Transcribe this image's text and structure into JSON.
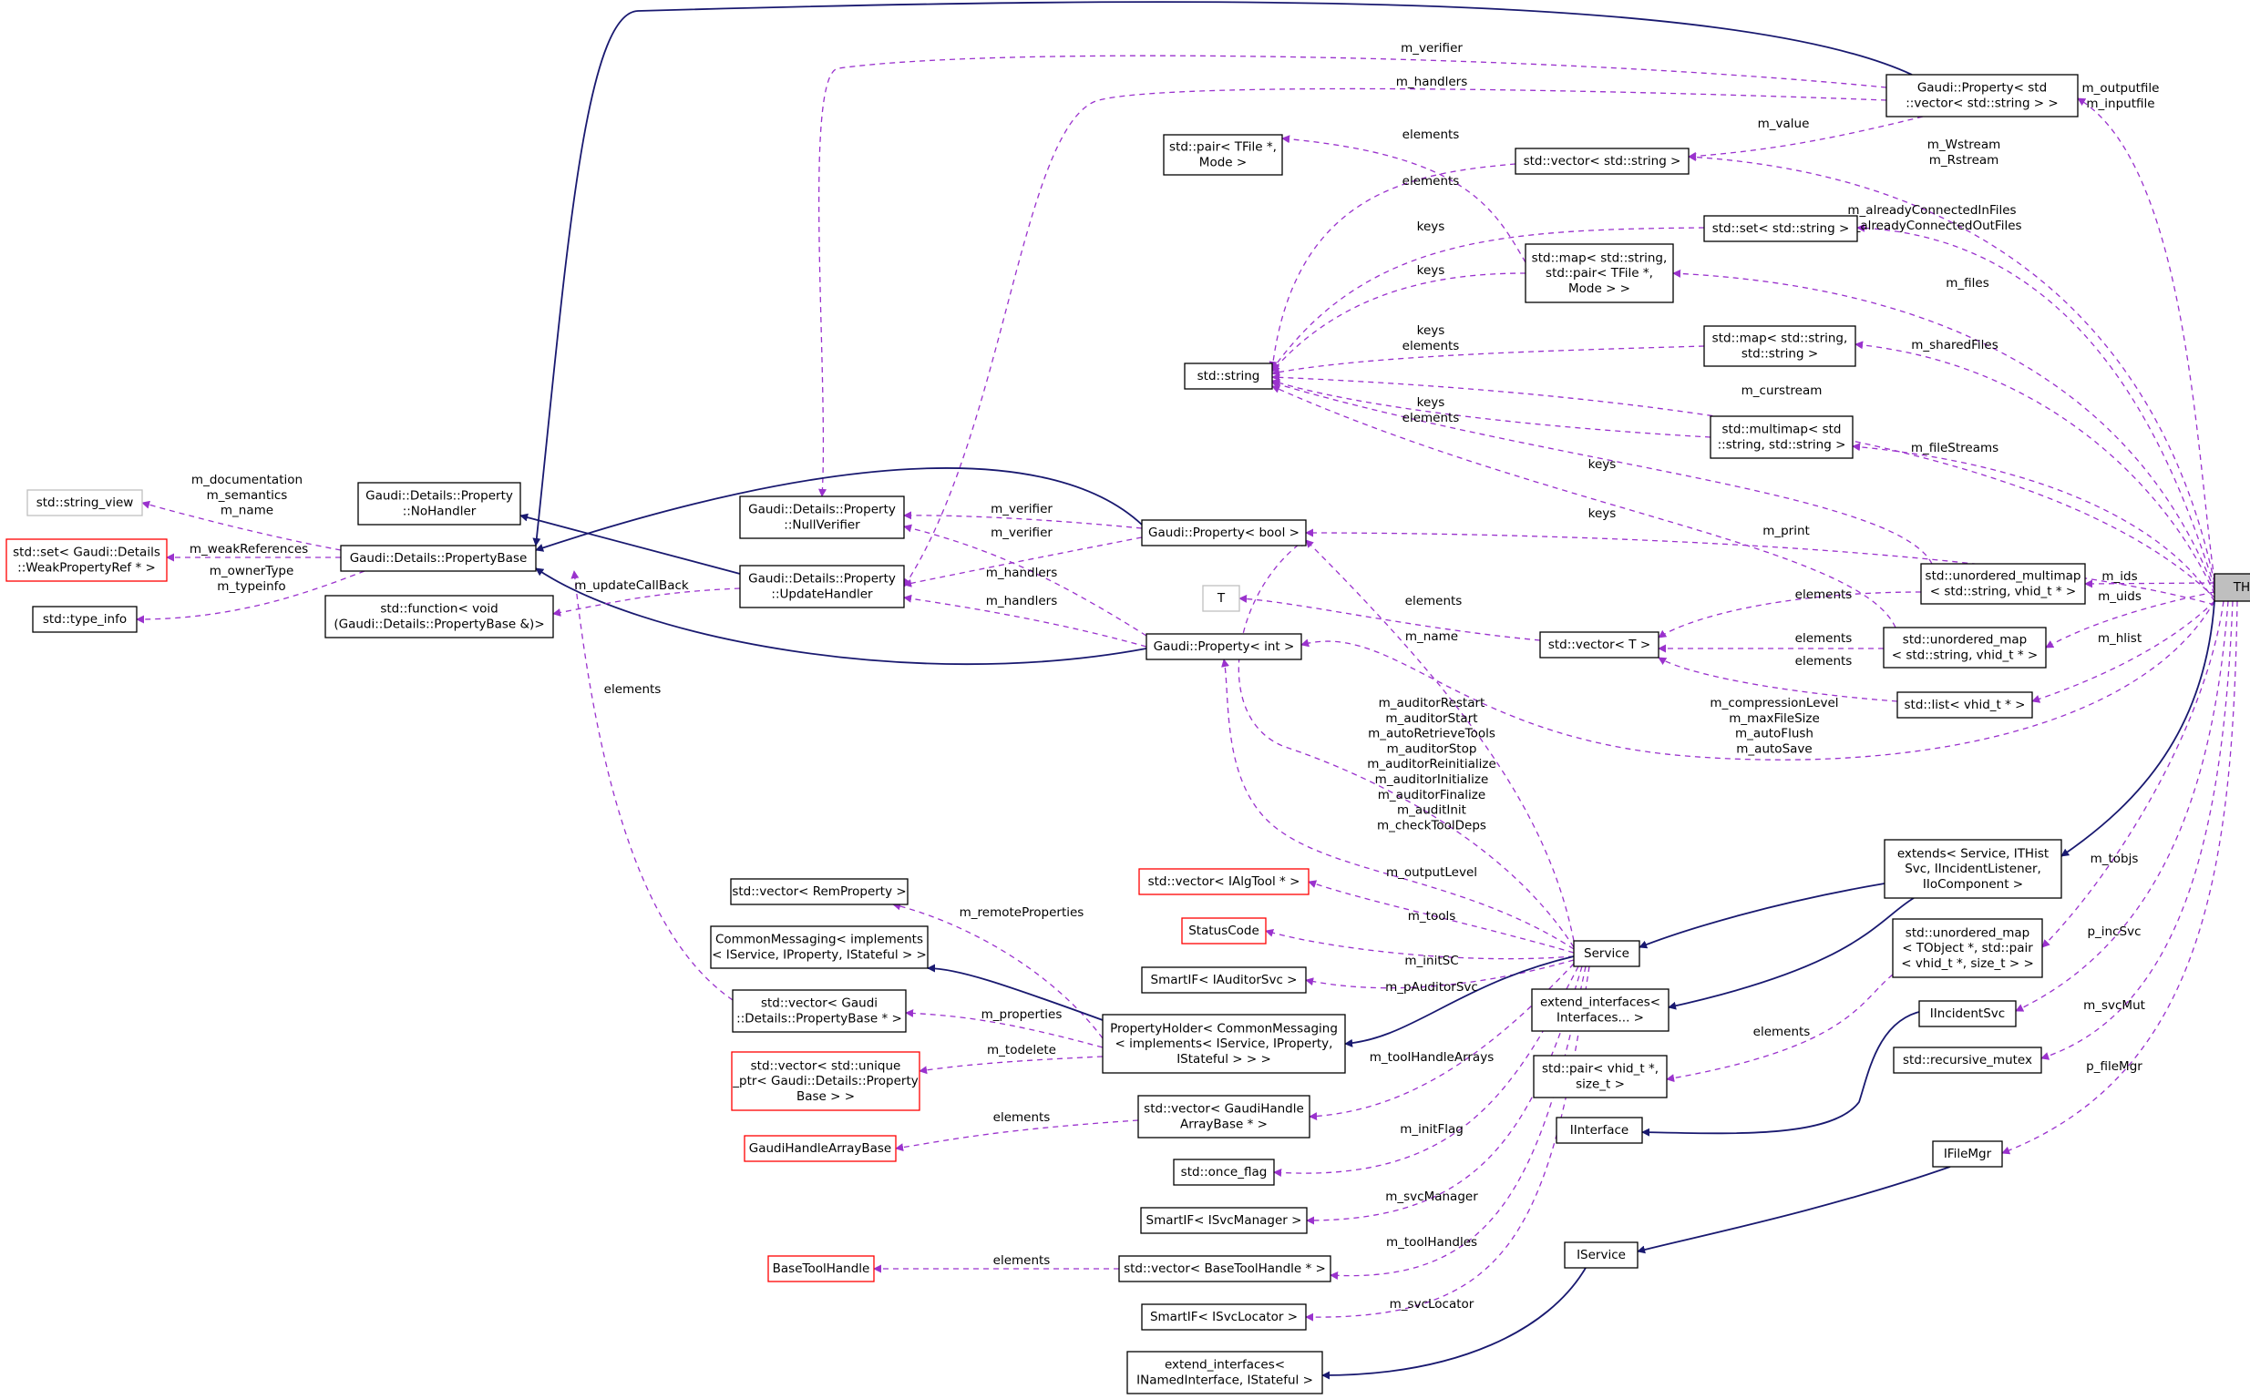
{
  "colors": {
    "node_border": "#000000",
    "node_border_external": "#bfbfbf",
    "node_border_undocumented": "#ff0000",
    "focus_fill": "#bfbfbf",
    "inheritance_edge": "#191970",
    "usage_edge": "#9a32cd"
  },
  "nodes": [
    {
      "id": "thistsvc",
      "lines": [
        "THistSvc"
      ],
      "style": "focus"
    },
    {
      "id": "prop_vec_string",
      "lines": [
        "Gaudi::Property< std",
        "::vector< std::string > >"
      ]
    },
    {
      "id": "vector_string",
      "lines": [
        "std::vector< std::string >"
      ]
    },
    {
      "id": "pair_tfile",
      "lines": [
        "std::pair< TFile *,",
        "Mode >"
      ]
    },
    {
      "id": "set_string",
      "lines": [
        "std::set< std::string >"
      ]
    },
    {
      "id": "map_string_pair",
      "lines": [
        "std::map< std::string,",
        "std::pair< TFile *,",
        "Mode > >"
      ]
    },
    {
      "id": "map_string_string",
      "lines": [
        "std::map< std::string,",
        "std::string >"
      ]
    },
    {
      "id": "std_string",
      "lines": [
        "std::string"
      ]
    },
    {
      "id": "multimap_string",
      "lines": [
        "std::multimap< std",
        "::string, std::string >"
      ]
    },
    {
      "id": "prop_bool",
      "lines": [
        "Gaudi::Property< bool >"
      ]
    },
    {
      "id": "unordered_multimap",
      "lines": [
        "std::unordered_multimap",
        "< std::string, vhid_t * >"
      ]
    },
    {
      "id": "t_param",
      "lines": [
        "T"
      ],
      "style": "external"
    },
    {
      "id": "vector_t",
      "lines": [
        "std::vector< T >"
      ]
    },
    {
      "id": "unordered_map_vhid",
      "lines": [
        "std::unordered_map",
        "< std::string, vhid_t * >"
      ]
    },
    {
      "id": "prop_int",
      "lines": [
        "Gaudi::Property< int >"
      ]
    },
    {
      "id": "list_vhid",
      "lines": [
        "std::list< vhid_t * >"
      ]
    },
    {
      "id": "nullverifier",
      "lines": [
        "Gaudi::Details::Property",
        "::NullVerifier"
      ]
    },
    {
      "id": "updatehandler",
      "lines": [
        "Gaudi::Details::Property",
        "::UpdateHandler"
      ]
    },
    {
      "id": "nohandler",
      "lines": [
        "Gaudi::Details::Property",
        "::NoHandler"
      ]
    },
    {
      "id": "propertybase",
      "lines": [
        "Gaudi::Details::PropertyBase"
      ]
    },
    {
      "id": "string_view",
      "lines": [
        "std::string_view"
      ],
      "style": "external"
    },
    {
      "id": "set_weakref",
      "lines": [
        "std::set< Gaudi::Details",
        "::WeakPropertyRef * >"
      ],
      "style": "undocumented"
    },
    {
      "id": "type_info",
      "lines": [
        "std::type_info"
      ]
    },
    {
      "id": "function_void",
      "lines": [
        "std::function< void",
        "(Gaudi::Details::PropertyBase &)>"
      ]
    },
    {
      "id": "extends_service",
      "lines": [
        "extends< Service, ITHist",
        "Svc, IIncidentListener,",
        "IIoComponent >"
      ]
    },
    {
      "id": "service",
      "lines": [
        "Service"
      ]
    },
    {
      "id": "unordered_map_tobject",
      "lines": [
        "std::unordered_map",
        "< TObject *, std::pair",
        "< vhid_t *, size_t > >"
      ]
    },
    {
      "id": "iincidentsvc",
      "lines": [
        "IIncidentSvc"
      ]
    },
    {
      "id": "recursive_mutex",
      "lines": [
        "std::recursive_mutex"
      ]
    },
    {
      "id": "ifilemgr",
      "lines": [
        "IFileMgr"
      ]
    },
    {
      "id": "extend_interfaces_ii",
      "lines": [
        "extend_interfaces<",
        "Interfaces... >"
      ]
    },
    {
      "id": "pair_vhid",
      "lines": [
        "std::pair< vhid_t *,",
        "size_t >"
      ]
    },
    {
      "id": "iinterface",
      "lines": [
        "IInterface"
      ]
    },
    {
      "id": "iservice",
      "lines": [
        "IService"
      ]
    },
    {
      "id": "extend_interfaces_named",
      "lines": [
        "extend_interfaces<",
        "INamedInterface, IStateful >"
      ]
    },
    {
      "id": "vector_ialgtool",
      "lines": [
        "std::vector< IAlgTool * >"
      ],
      "style": "undocumented"
    },
    {
      "id": "statuscode",
      "lines": [
        "StatusCode"
      ],
      "style": "undocumented"
    },
    {
      "id": "smartif_auditor",
      "lines": [
        "SmartIF< IAuditorSvc >"
      ]
    },
    {
      "id": "propertyholder",
      "lines": [
        "PropertyHolder< CommonMessaging",
        "< implements< IService, IProperty,",
        "IStateful > > >"
      ]
    },
    {
      "id": "vector_remproperty",
      "lines": [
        "std::vector< RemProperty >"
      ]
    },
    {
      "id": "commonmessaging",
      "lines": [
        "CommonMessaging< implements",
        "< IService, IProperty, IStateful > >"
      ]
    },
    {
      "id": "vector_propertybase",
      "lines": [
        "std::vector< Gaudi",
        "::Details::PropertyBase * >"
      ]
    },
    {
      "id": "vector_unique_ptr",
      "lines": [
        "std::vector< std::unique",
        "_ptr< Gaudi::Details::Property",
        "Base > >"
      ],
      "style": "undocumented"
    },
    {
      "id": "gaudihandlearraybase",
      "lines": [
        "GaudiHandleArrayBase"
      ],
      "style": "undocumented"
    },
    {
      "id": "vector_gaudihandle",
      "lines": [
        "std::vector< GaudiHandle",
        "ArrayBase * >"
      ]
    },
    {
      "id": "once_flag",
      "lines": [
        "std::once_flag"
      ]
    },
    {
      "id": "smartif_svcmanager",
      "lines": [
        "SmartIF< ISvcManager >"
      ]
    },
    {
      "id": "basetoolhandle",
      "lines": [
        "BaseToolHandle"
      ],
      "style": "undocumented"
    },
    {
      "id": "vector_basetoolhandle",
      "lines": [
        "std::vector< BaseToolHandle * >"
      ]
    },
    {
      "id": "smartif_svclocator",
      "lines": [
        "SmartIF< ISvcLocator >"
      ]
    }
  ],
  "edge_labels": [
    {
      "id": "el_verifier_top",
      "lines": [
        "m_verifier"
      ]
    },
    {
      "id": "el_handlers_top",
      "lines": [
        "m_handlers"
      ]
    },
    {
      "id": "el_outputfile",
      "lines": [
        "m_outputfile",
        "m_inputfile"
      ]
    },
    {
      "id": "el_value",
      "lines": [
        "m_value"
      ]
    },
    {
      "id": "el_wstream",
      "lines": [
        "m_Wstream",
        "m_Rstream"
      ]
    },
    {
      "id": "el_elements_pair",
      "lines": [
        "elements"
      ]
    },
    {
      "id": "el_elements_vec",
      "lines": [
        "elements"
      ]
    },
    {
      "id": "el_connected",
      "lines": [
        "m_alreadyConnectedInFiles",
        "m_alreadyConnectedOutFiles"
      ]
    },
    {
      "id": "el_keys_set",
      "lines": [
        "keys"
      ]
    },
    {
      "id": "el_keys_map",
      "lines": [
        "keys"
      ]
    },
    {
      "id": "el_files",
      "lines": [
        "m_files"
      ]
    },
    {
      "id": "el_keys_elements_map",
      "lines": [
        "keys",
        "elements"
      ]
    },
    {
      "id": "el_sharedfiles",
      "lines": [
        "m_sharedFiles"
      ]
    },
    {
      "id": "el_curstream",
      "lines": [
        "m_curstream"
      ]
    },
    {
      "id": "el_keys_elements_mm",
      "lines": [
        "keys",
        "elements"
      ]
    },
    {
      "id": "el_filestreams",
      "lines": [
        "m_fileStreams"
      ]
    },
    {
      "id": "el_keys_umm",
      "lines": [
        "keys"
      ]
    },
    {
      "id": "el_keys_um",
      "lines": [
        "keys"
      ]
    },
    {
      "id": "el_print",
      "lines": [
        "m_print"
      ]
    },
    {
      "id": "el_ids",
      "lines": [
        "m_ids"
      ]
    },
    {
      "id": "el_uids",
      "lines": [
        "m_uids"
      ]
    },
    {
      "id": "el_elements_umm",
      "lines": [
        "elements"
      ]
    },
    {
      "id": "el_hlist",
      "lines": [
        "m_hlist"
      ]
    },
    {
      "id": "el_elements_t",
      "lines": [
        "elements"
      ]
    },
    {
      "id": "el_elements_um",
      "lines": [
        "elements"
      ]
    },
    {
      "id": "el_name",
      "lines": [
        "m_name"
      ]
    },
    {
      "id": "el_elements_list",
      "lines": [
        "elements"
      ]
    },
    {
      "id": "el_compression",
      "lines": [
        "m_compressionLevel",
        "m_maxFileSize",
        "m_autoFlush",
        "m_autoSave"
      ]
    },
    {
      "id": "el_verifier_bool",
      "lines": [
        "m_verifier"
      ]
    },
    {
      "id": "el_verifier_int",
      "lines": [
        "m_verifier"
      ]
    },
    {
      "id": "el_handlers_bool",
      "lines": [
        "m_handlers"
      ]
    },
    {
      "id": "el_handlers_int",
      "lines": [
        "m_handlers"
      ]
    },
    {
      "id": "el_documentation",
      "lines": [
        "m_documentation",
        "m_semantics",
        "m_name"
      ]
    },
    {
      "id": "el_weakrefs",
      "lines": [
        "m_weakReferences"
      ]
    },
    {
      "id": "el_ownertype",
      "lines": [
        "m_ownerType",
        "m_typeinfo"
      ]
    },
    {
      "id": "el_updatecallback",
      "lines": [
        "m_updateCallBack"
      ]
    },
    {
      "id": "el_elements_pb",
      "lines": [
        "elements"
      ]
    },
    {
      "id": "el_auditor",
      "lines": [
        "m_auditorRestart",
        "m_auditorStart",
        "m_autoRetrieveTools",
        "m_auditorStop",
        "m_auditorReinitialize",
        "m_auditorInitialize",
        "m_auditorFinalize",
        "m_auditInit",
        "m_checkToolDeps"
      ]
    },
    {
      "id": "el_outputlevel",
      "lines": [
        "m_outputLevel"
      ]
    },
    {
      "id": "el_tools",
      "lines": [
        "m_tools"
      ]
    },
    {
      "id": "el_initsc",
      "lines": [
        "m_initSC"
      ]
    },
    {
      "id": "el_pauditorsvc",
      "lines": [
        "m_pAuditorSvc"
      ]
    },
    {
      "id": "el_toolhandlearrays",
      "lines": [
        "m_toolHandleArrays"
      ]
    },
    {
      "id": "el_initflag",
      "lines": [
        "m_initFlag"
      ]
    },
    {
      "id": "el_svcmanager",
      "lines": [
        "m_svcManager"
      ]
    },
    {
      "id": "el_toolhandles",
      "lines": [
        "m_toolHandles"
      ]
    },
    {
      "id": "el_svclocator",
      "lines": [
        "m_svcLocator"
      ]
    },
    {
      "id": "el_remoteprops",
      "lines": [
        "m_remoteProperties"
      ]
    },
    {
      "id": "el_properties",
      "lines": [
        "m_properties"
      ]
    },
    {
      "id": "el_todelete",
      "lines": [
        "m_todelete"
      ]
    },
    {
      "id": "el_elements_gha",
      "lines": [
        "elements"
      ]
    },
    {
      "id": "el_elements_bth",
      "lines": [
        "elements"
      ]
    },
    {
      "id": "el_tobjs",
      "lines": [
        "m_tobjs"
      ]
    },
    {
      "id": "el_incsvc",
      "lines": [
        "p_incSvc"
      ]
    },
    {
      "id": "el_svcmut",
      "lines": [
        "m_svcMut"
      ]
    },
    {
      "id": "el_filemgr",
      "lines": [
        "p_fileMgr"
      ]
    },
    {
      "id": "el_elements_pairvhid",
      "lines": [
        "elements"
      ]
    }
  ]
}
